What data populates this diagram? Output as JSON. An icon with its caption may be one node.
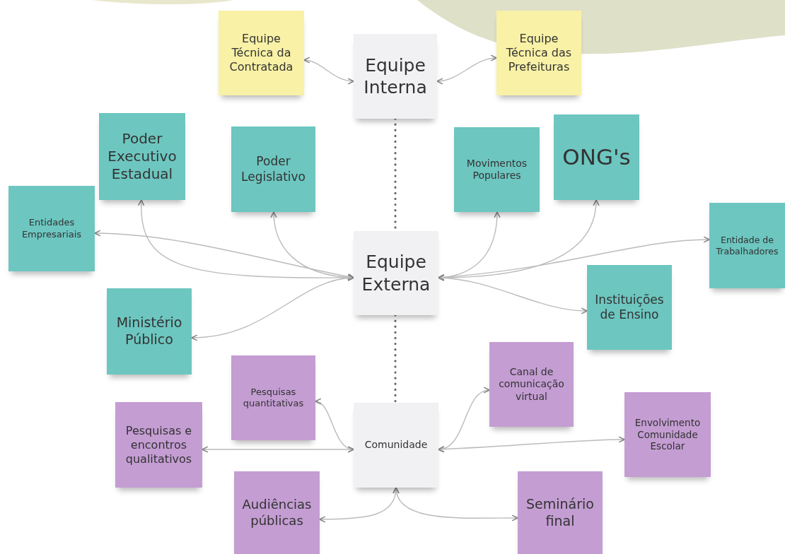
{
  "diagram": {
    "nodes": [
      {
        "text": [
          "Equipe Interna"
        ]
      },
      {
        "text": [
          "Equipe Técnica da Contratada"
        ]
      },
      {
        "text": [
          "Equipe Técnica das Prefeituras"
        ]
      },
      {
        "text": [
          "Poder Executivo Estadual"
        ]
      },
      {
        "text": [
          "Poder Legislativo"
        ]
      },
      {
        "text": [
          "Movimentos Populares"
        ]
      },
      {
        "text": [
          "ONG's"
        ]
      },
      {
        "text": [
          "Entidades Empresariais"
        ]
      },
      {
        "text": [
          "Equipe Externa"
        ]
      },
      {
        "text": [
          "Entidade de Trabalhadores"
        ]
      },
      {
        "text": [
          "Ministério Público"
        ]
      },
      {
        "text": [
          "Instituições de Ensino"
        ]
      },
      {
        "text": [
          "Pesquisas quantitativas"
        ]
      },
      {
        "text": [
          "Canal de comunicação virtual"
        ]
      },
      {
        "text": [
          "Pesquisas e encontros qualitativos"
        ]
      },
      {
        "text": [
          "Comunidade"
        ]
      },
      {
        "text": [
          "Envolvimento Comunidade Escolar"
        ]
      },
      {
        "text": [
          "Audiências públicas"
        ]
      },
      {
        "text": [
          "Seminário final"
        ]
      }
    ],
    "edges": [
      {
        "from": 0,
        "to": 1,
        "arrow": "both"
      },
      {
        "from": 0,
        "to": 2,
        "arrow": "both"
      },
      {
        "from": 0,
        "to": 8,
        "arrow": "none",
        "style": "dashed"
      },
      {
        "from": 8,
        "to": 3,
        "arrow": "both"
      },
      {
        "from": 8,
        "to": 4,
        "arrow": "both"
      },
      {
        "from": 8,
        "to": 7,
        "arrow": "both"
      },
      {
        "from": 8,
        "to": 10,
        "arrow": "both"
      },
      {
        "from": 8,
        "to": 5,
        "arrow": "both"
      },
      {
        "from": 8,
        "to": 6,
        "arrow": "both"
      },
      {
        "from": 8,
        "to": 9,
        "arrow": "both"
      },
      {
        "from": 8,
        "to": 11,
        "arrow": "both"
      },
      {
        "from": 8,
        "to": 15,
        "arrow": "none",
        "style": "dashed"
      },
      {
        "from": 15,
        "to": 12,
        "arrow": "both"
      },
      {
        "from": 15,
        "to": 14,
        "arrow": "both"
      },
      {
        "from": 15,
        "to": 13,
        "arrow": "both"
      },
      {
        "from": 15,
        "to": 16,
        "arrow": "both"
      },
      {
        "from": 15,
        "to": 17,
        "arrow": "both"
      },
      {
        "from": 15,
        "to": 18,
        "arrow": "both"
      }
    ]
  }
}
